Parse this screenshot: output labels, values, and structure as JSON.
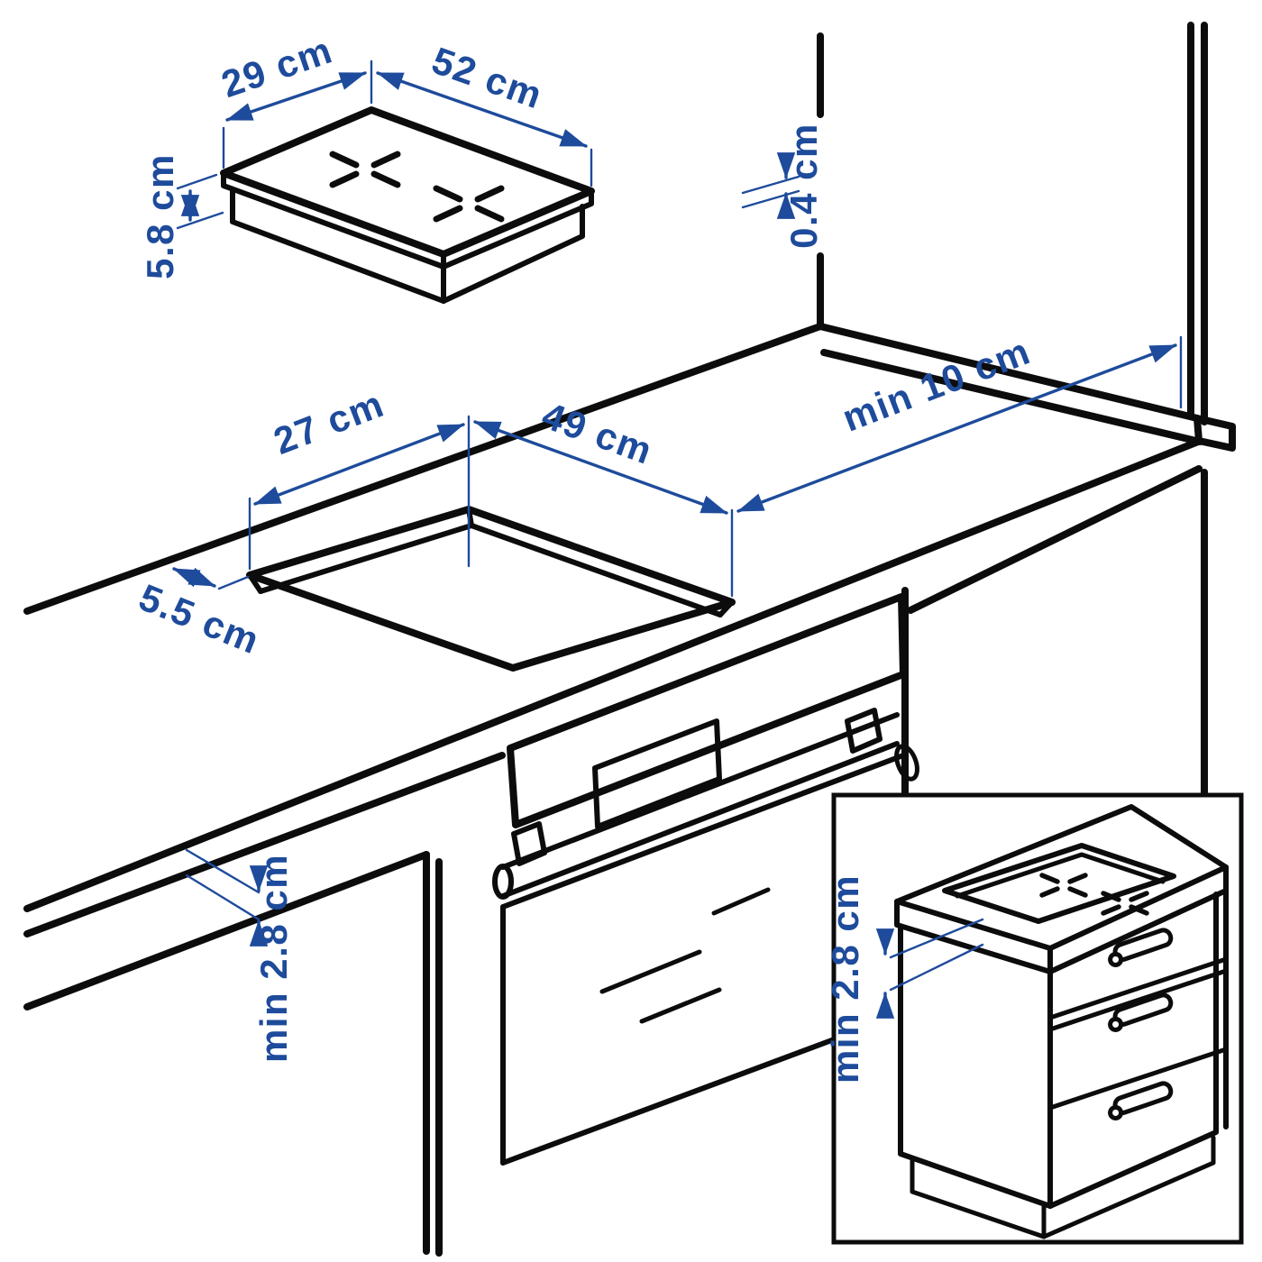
{
  "title": "Cooktop installation dimensions diagram",
  "colors": {
    "dimension_blue": "#1E4B9B",
    "line_black": "#0c0c0c",
    "background": "#FFFFFF"
  },
  "product_view": {
    "short_side": "29 cm",
    "long_side": "52 cm",
    "height": "5.8 cm",
    "glass_thickness": "0.4 cm"
  },
  "counter_view": {
    "cutout_short_side": "27 cm",
    "cutout_long_side": "49 cm",
    "wall_clearance": "min 10 cm",
    "edge_distance": "5.5 cm",
    "under_counter_clearance": "min 2.8 cm"
  },
  "inset_view": {
    "under_counter_clearance": "min 2.8 cm"
  }
}
